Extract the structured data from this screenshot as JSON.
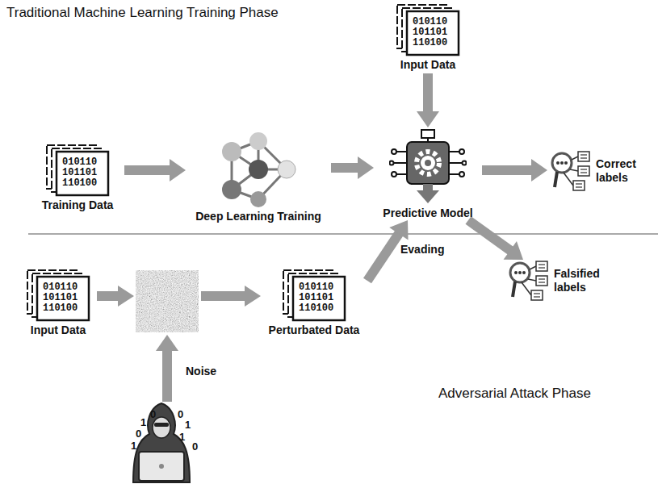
{
  "diagram": {
    "title": "Traditional Machine Learning Training Phase",
    "nodes": [
      {
        "text": [
          "010110 101101 110100",
          "Training Data"
        ]
      },
      {
        "text": [
          "Deep Learning Training"
        ]
      },
      {
        "text": [
          "010110 101101 110100",
          "Input Data"
        ]
      },
      {
        "text": [
          "Predictive Model"
        ]
      },
      {
        "text": [
          "Correct labels"
        ]
      },
      {
        "text": [
          "010110 101101 110100",
          "Input Data"
        ]
      },
      {
        "text": [
          "010110 101101 110100",
          "Perturbated Data"
        ]
      },
      {
        "text": [
          "Falsified labels"
        ]
      }
    ],
    "edges": [
      {
        "from": 0,
        "to": 1,
        "arrow": "to"
      },
      {
        "from": 1,
        "to": 3,
        "arrow": "to"
      },
      {
        "from": 2,
        "to": 3,
        "arrow": "to"
      },
      {
        "from": 3,
        "to": 4,
        "arrow": "to"
      },
      {
        "from": 6,
        "to": 3,
        "label": "Evading",
        "arrow": "to"
      },
      {
        "from": 3,
        "to": 7,
        "arrow": "to"
      }
    ],
    "labels": [
      "Adversarial Attack Phase",
      "Noise",
      "0",
      "1",
      "0",
      "1",
      "0",
      "1",
      "1",
      "0"
    ]
  }
}
